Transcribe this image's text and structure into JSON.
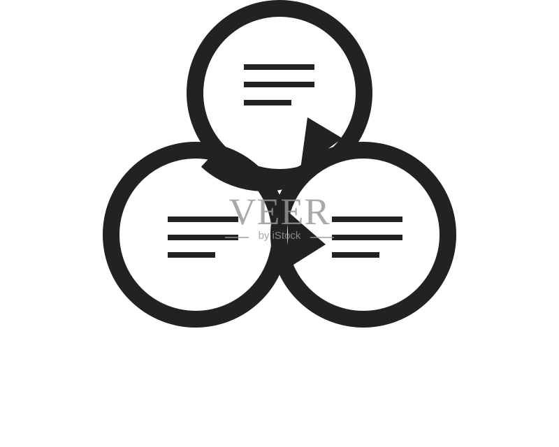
{
  "icon": {
    "name": "three-speech-bubbles-icon",
    "bubble_count": 3,
    "stroke_color": "#222222",
    "fill_color": "#ffffff"
  },
  "watermark": {
    "brand": "VEER",
    "tagline": "by iStock",
    "color": "#969696"
  }
}
